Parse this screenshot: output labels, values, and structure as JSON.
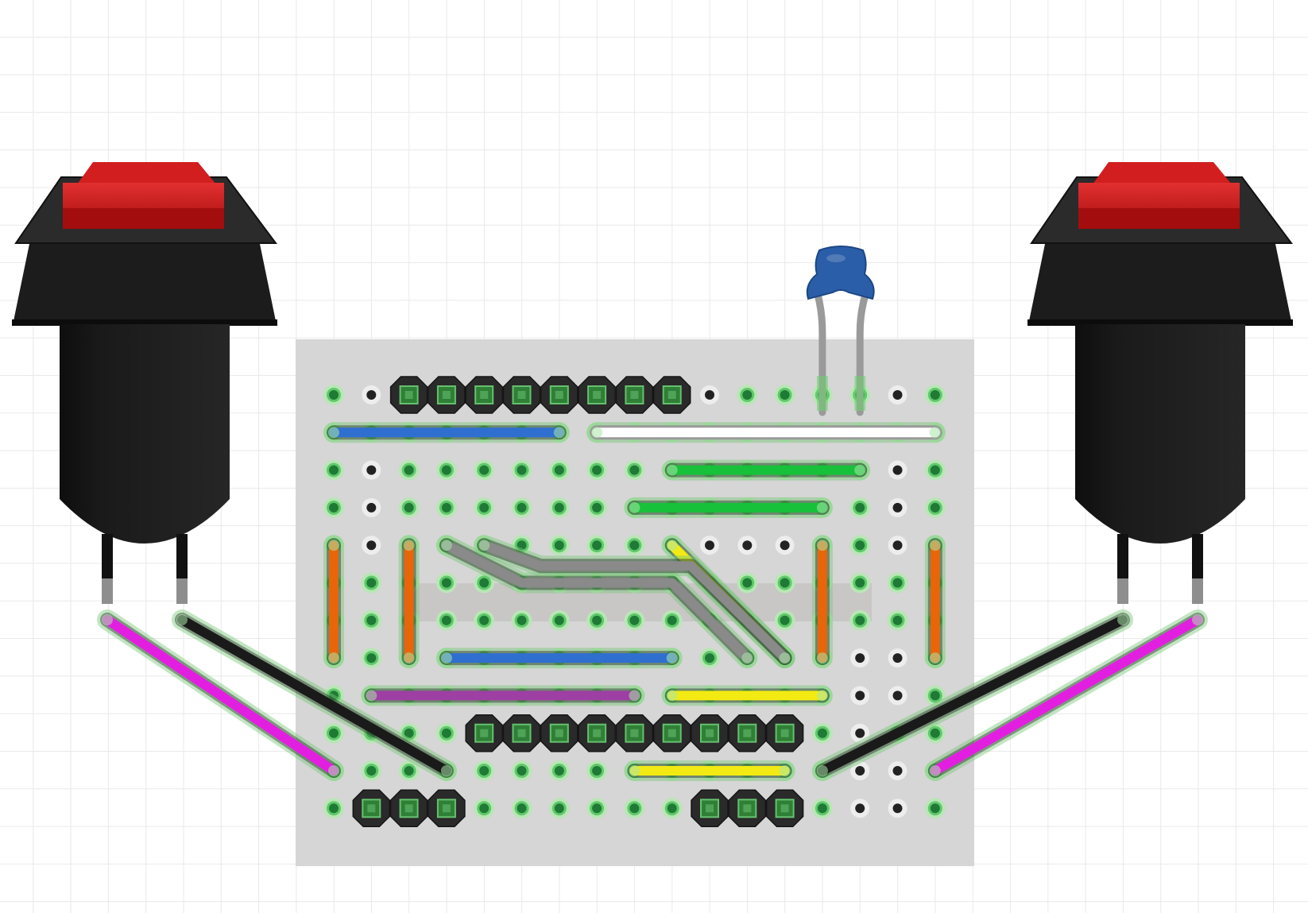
{
  "canvas": {
    "grid": true,
    "background": "#ffffff",
    "grid_color": "#e9e9e9"
  },
  "board": {
    "type": "stripboard",
    "color": "#d6d6d6",
    "columns": 17,
    "rows": 12,
    "hole_green": "#1f7a35",
    "hole_plain": "#222222"
  },
  "components": {
    "buttons": [
      {
        "name": "push-button-left",
        "cap_color": "#cc1414",
        "body_color": "#1c1c1c"
      },
      {
        "name": "push-button-right",
        "cap_color": "#cc1414",
        "body_color": "#1c1c1c"
      }
    ],
    "capacitor": {
      "name": "ceramic-capacitor",
      "color": "#2b5ea8",
      "lead_color": "#8c8c8c"
    },
    "headers": [
      {
        "name": "header-top-8pin",
        "row": 0,
        "col_start": 2,
        "pins": 8
      },
      {
        "name": "header-middle-9pin",
        "row": 9,
        "col_start": 4,
        "pins": 9
      },
      {
        "name": "header-bottom-left-3pin",
        "row": 11,
        "col_start": 1,
        "pins": 3
      },
      {
        "name": "header-bottom-right-3pin",
        "row": 11,
        "col_start": 10,
        "pins": 3
      }
    ]
  },
  "wires": [
    {
      "name": "wire-blue-top",
      "color": "#2f6fd0",
      "from": [
        0,
        1
      ],
      "to": [
        6,
        1
      ]
    },
    {
      "name": "wire-white-top",
      "color": "#ffffff",
      "from": [
        7,
        1
      ],
      "to": [
        16,
        1
      ]
    },
    {
      "name": "wire-green-upper",
      "color": "#17c13a",
      "from": [
        9,
        2
      ],
      "to": [
        14,
        2
      ]
    },
    {
      "name": "wire-green-lower",
      "color": "#17c13a",
      "from": [
        8,
        3
      ],
      "to": [
        13,
        3
      ]
    },
    {
      "name": "wire-orange-1",
      "color": "#e8650a",
      "from": [
        0,
        4
      ],
      "to": [
        0,
        7
      ]
    },
    {
      "name": "wire-orange-2",
      "color": "#e8650a",
      "from": [
        2,
        4
      ],
      "to": [
        2,
        7
      ]
    },
    {
      "name": "wire-orange-3",
      "color": "#e8650a",
      "from": [
        13,
        4
      ],
      "to": [
        13,
        7
      ]
    },
    {
      "name": "wire-orange-4",
      "color": "#e8650a",
      "from": [
        16,
        4
      ],
      "to": [
        16,
        7
      ]
    },
    {
      "name": "wire-yellow-diagonal",
      "color": "#f2ea12",
      "from": [
        9,
        4
      ],
      "to": [
        12,
        7
      ]
    },
    {
      "name": "wire-blue-middle",
      "color": "#2f6fd0",
      "from": [
        3,
        7
      ],
      "to": [
        9,
        7
      ]
    },
    {
      "name": "wire-purple",
      "color": "#9d3fa3",
      "from": [
        1,
        8
      ],
      "to": [
        8,
        8
      ]
    },
    {
      "name": "wire-yellow-middle",
      "color": "#f2ea12",
      "from": [
        9,
        8
      ],
      "to": [
        13,
        8
      ]
    },
    {
      "name": "wire-yellow-bottom",
      "color": "#f2ea12",
      "from": [
        8,
        10
      ],
      "to": [
        12,
        10
      ]
    }
  ],
  "bent_wires": [
    {
      "name": "wire-gray-bent-1",
      "color": "#8a8a8a",
      "points": [
        [
          3,
          4
        ],
        [
          5,
          5
        ],
        [
          9,
          5
        ],
        [
          11,
          7
        ]
      ]
    },
    {
      "name": "wire-gray-bent-2",
      "color": "#8a8a8a",
      "points": [
        [
          4,
          4
        ],
        [
          5.5,
          4.55
        ],
        [
          9.5,
          4.55
        ],
        [
          12,
          7
        ]
      ]
    }
  ],
  "external_wires": [
    {
      "name": "wire-magenta-left",
      "color": "#e21fe0",
      "from_button": "left",
      "lead": 0,
      "to": [
        0,
        10
      ]
    },
    {
      "name": "wire-black-left",
      "color": "#1a1a1a",
      "from_button": "left",
      "lead": 1,
      "to": [
        3,
        10
      ]
    },
    {
      "name": "wire-black-right",
      "color": "#1a1a1a",
      "from_button": "right",
      "lead": 0,
      "to": [
        13,
        10
      ]
    },
    {
      "name": "wire-magenta-right",
      "color": "#e21fe0",
      "from_button": "right",
      "lead": 1,
      "to": [
        16,
        10
      ]
    }
  ]
}
